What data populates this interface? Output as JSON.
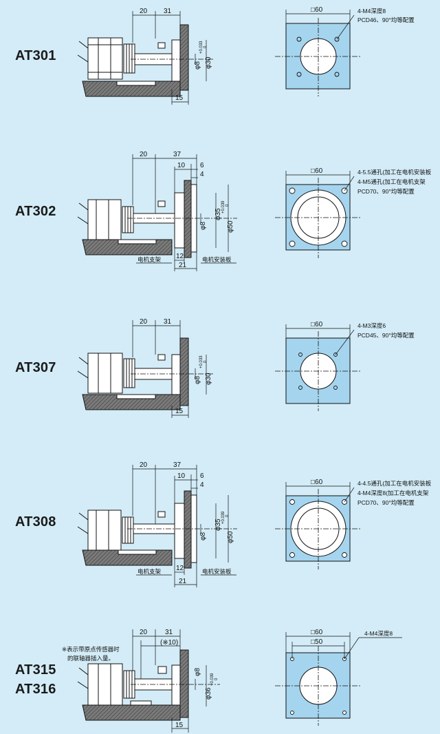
{
  "sections": [
    {
      "model": [
        "AT301"
      ],
      "side": {
        "d1": "20",
        "d2": "31",
        "d_shaft": "φ8",
        "d_boss": "φ30",
        "tol": [
          "+0.033",
          "0"
        ],
        "bottom": "15"
      },
      "front": {
        "size": "□60",
        "note": [
          "4-M4深度8",
          "PCD46、90°均等配置"
        ]
      }
    },
    {
      "model": [
        "AT302"
      ],
      "side": {
        "d1": "20",
        "d2": "37",
        "d3": "10",
        "d4": "6",
        "d5": "4",
        "d_shaft": "φ8",
        "d_mid": "φ35",
        "d_boss": "φ50",
        "tol": [
          "+0.039",
          "0"
        ],
        "b1": "12",
        "b2": "21",
        "bracket": "电机支架",
        "plate": "电机安装板"
      },
      "front": {
        "size": "□60",
        "note": [
          "4-5.5通孔(加工在电机安装板",
          "4-M5通孔(加工在电机支架",
          "PCD70、90°均等配置"
        ]
      }
    },
    {
      "model": [
        "AT307"
      ],
      "side": {
        "d1": "20",
        "d2": "31",
        "d_shaft": "φ8",
        "d_boss": "φ30",
        "tol": [
          "+0.033",
          "0"
        ],
        "bottom": "15"
      },
      "front": {
        "size": "□60",
        "note": [
          "4-M3深度6",
          "PCD45、90°均等配置"
        ]
      }
    },
    {
      "model": [
        "AT308"
      ],
      "side": {
        "d1": "20",
        "d2": "37",
        "d3": "10",
        "d4": "6",
        "d5": "4",
        "d_shaft": "φ8",
        "d_mid": "φ35",
        "d_boss": "φ50",
        "tol": [
          "+0.039",
          "0"
        ],
        "b1": "12",
        "b2": "21",
        "bracket": "电机支架",
        "plate": "电机安装板"
      },
      "front": {
        "size": "□60",
        "note": [
          "4-4.5通孔(加工在电机安装板",
          "4-M4深度8(加工在电机支架",
          "PCD70、90°均等配置"
        ]
      }
    },
    {
      "model": [
        "AT315",
        "AT316"
      ],
      "side": {
        "d1": "20",
        "d2": "31",
        "d3": "(※10)",
        "d_shaft": "φ8",
        "d_boss": "φ36",
        "tol": [
          "+0.039",
          "0"
        ],
        "bottom": "15",
        "asterisk_note": [
          "※表示带原点传感器时",
          "的联轴器插入量。"
        ]
      },
      "front": {
        "size": "□60",
        "size2": "□50",
        "note": [
          "4-M4深度8"
        ]
      }
    }
  ]
}
